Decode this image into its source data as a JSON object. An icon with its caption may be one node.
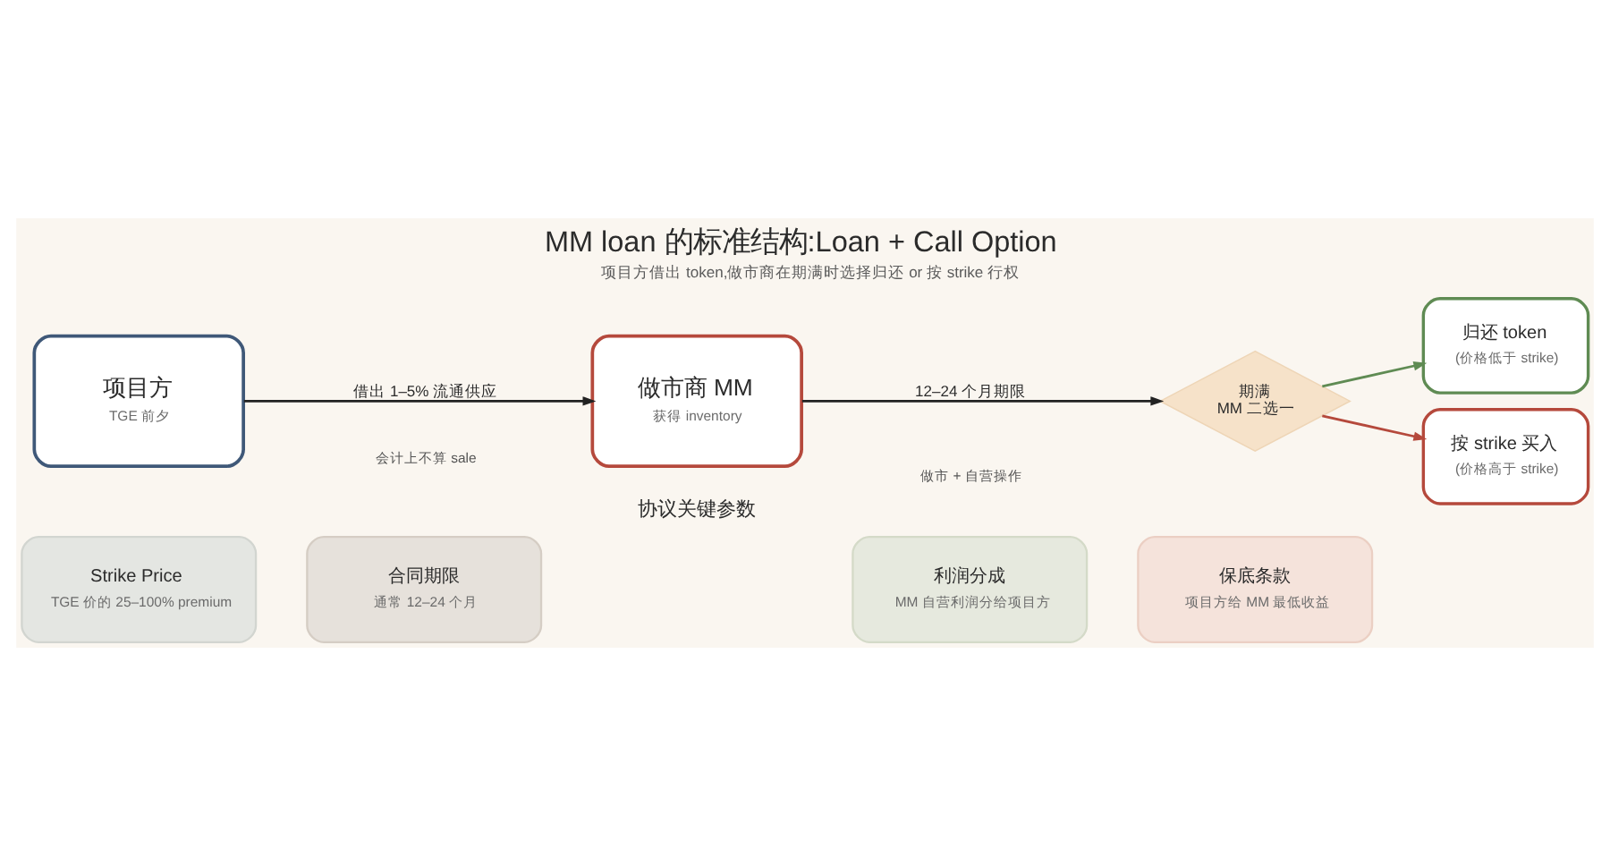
{
  "diagram": {
    "title": "MM loan 的标准结构:Loan + Call Option",
    "caption": "项目方借出 token,做市商在期满时选择归还 or 按 strike 行权",
    "nodes": [
      {
        "text": [
          "项目方",
          "TGE 前夕"
        ]
      },
      {
        "text": [
          "做市商 MM",
          "获得 inventory"
        ]
      },
      {
        "text": [
          "期满",
          "MM 二选一"
        ]
      },
      {
        "text": [
          "归还 token",
          "(价格低于 strike)"
        ]
      },
      {
        "text": [
          "按 strike 买入",
          "(价格高于 strike)"
        ]
      },
      {
        "text": [
          "Strike Price",
          "TGE 价的 25–100% premium"
        ]
      },
      {
        "text": [
          "合同期限",
          "通常 12–24 个月"
        ]
      },
      {
        "text": [
          "利润分成",
          "MM 自营利润分给项目方"
        ]
      },
      {
        "text": [
          "保底条款",
          "项目方给 MM 最低收益"
        ]
      }
    ],
    "edges": [
      {
        "from": 0,
        "to": 1,
        "arrow": "to",
        "label": "借出 1–5% 流通供应"
      },
      {
        "from": 1,
        "to": 2,
        "arrow": "to",
        "label": "12–24 个月期限"
      },
      {
        "from": 2,
        "to": 3,
        "arrow": "to",
        "color": "#5f8b53"
      },
      {
        "from": 2,
        "to": 4,
        "arrow": "to",
        "color": "#b5493c"
      }
    ],
    "labels": [
      "会计上不算 sale",
      "做市 + 自营操作",
      "协议关键参数"
    ]
  }
}
